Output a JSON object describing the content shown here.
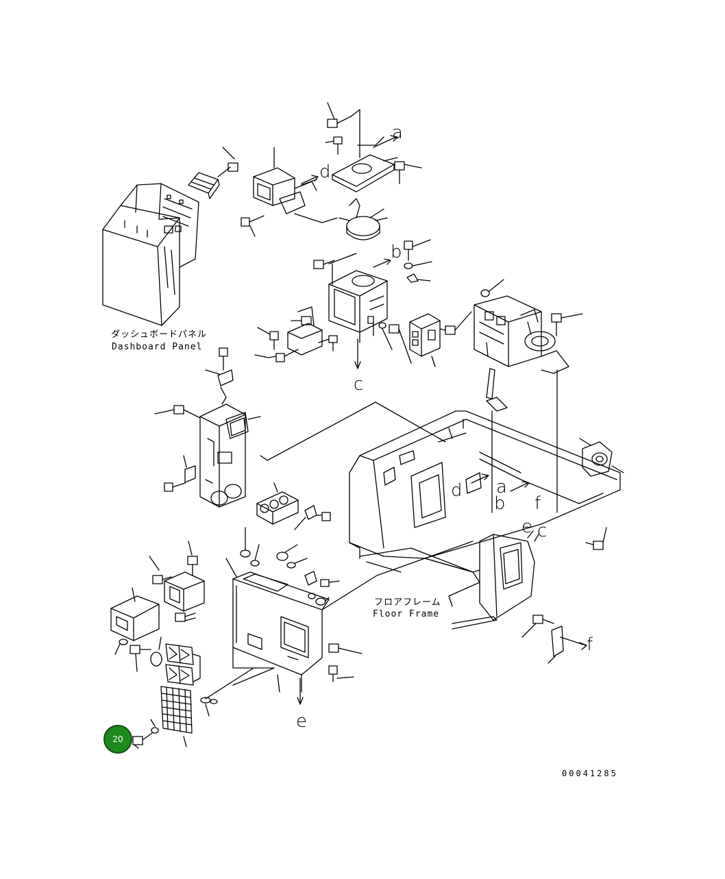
{
  "diagram": {
    "section_labels": {
      "dashboard_panel_jp": "ダッシュボードパネル",
      "dashboard_panel_en": "Dashboard Panel",
      "floor_frame_jp": "フロアフレーム",
      "floor_frame_en": "Floor Frame"
    },
    "callouts": {
      "a1": "a",
      "a2": "a",
      "b1": "b",
      "b2": "b",
      "c1": "c",
      "c2": "c",
      "d1": "d",
      "d2": "d",
      "e1": "e",
      "e2": "e",
      "f1": "f",
      "f2": "f"
    },
    "drawing_number": "00041285",
    "selected_badge": "20"
  }
}
